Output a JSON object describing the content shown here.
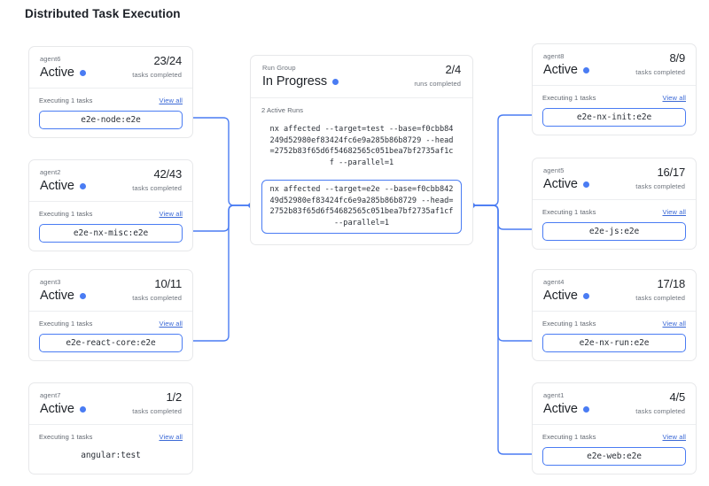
{
  "page": {
    "title": "Distributed Task Execution",
    "accent_color": "#4a7cf3",
    "card_border_color": "#e7e8ea",
    "link_color": "#3b69d6"
  },
  "run_group": {
    "label": "Run Group",
    "status": "In Progress",
    "status_dot": "status-dot-blue",
    "count": "2/4",
    "count_label": "runs completed",
    "active_runs_label": "2 Active Runs",
    "runs": [
      {
        "command": "nx affected --target=test --base=f0cbb84249d52980ef83424fc6e9a285b86b8729 --head=2752b83f65d6f54682565c051bea7bf2735af1cf --parallel=1",
        "highlighted": false
      },
      {
        "command": "nx affected --target=e2e --base=f0cbb84249d52980ef83424fc6e9a285b86b8729 --head=2752b83f65d6f54682565c051bea7bf2735af1cf --parallel=1",
        "highlighted": true
      }
    ]
  },
  "left_agents": [
    {
      "name": "agent6",
      "status": "Active",
      "count": "23/24",
      "count_label": "tasks completed",
      "executing_label": "Executing 1 tasks",
      "view_all": "View all",
      "task": "e2e-node:e2e",
      "connected": true
    },
    {
      "name": "agent2",
      "status": "Active",
      "count": "42/43",
      "count_label": "tasks completed",
      "executing_label": "Executing 1 tasks",
      "view_all": "View all",
      "task": "e2e-nx-misc:e2e",
      "connected": true
    },
    {
      "name": "agent3",
      "status": "Active",
      "count": "10/11",
      "count_label": "tasks completed",
      "executing_label": "Executing 1 tasks",
      "view_all": "View all",
      "task": "e2e-react-core:e2e",
      "connected": true
    },
    {
      "name": "agent7",
      "status": "Active",
      "count": "1/2",
      "count_label": "tasks completed",
      "executing_label": "Executing 1 tasks",
      "view_all": "View all",
      "task": "angular:test",
      "connected": false
    }
  ],
  "right_agents": [
    {
      "name": "agent8",
      "status": "Active",
      "count": "8/9",
      "count_label": "tasks completed",
      "executing_label": "Executing 1 tasks",
      "view_all": "View all",
      "task": "e2e-nx-init:e2e",
      "connected": true
    },
    {
      "name": "agent5",
      "status": "Active",
      "count": "16/17",
      "count_label": "tasks completed",
      "executing_label": "Executing 1 tasks",
      "view_all": "View all",
      "task": "e2e-js:e2e",
      "connected": true
    },
    {
      "name": "agent4",
      "status": "Active",
      "count": "17/18",
      "count_label": "tasks completed",
      "executing_label": "Executing 1 tasks",
      "view_all": "View all",
      "task": "e2e-nx-run:e2e",
      "connected": true
    },
    {
      "name": "agent1",
      "status": "Active",
      "count": "4/5",
      "count_label": "tasks completed",
      "executing_label": "Executing 1 tasks",
      "view_all": "View all",
      "task": "e2e-web:e2e",
      "connected": true
    }
  ]
}
